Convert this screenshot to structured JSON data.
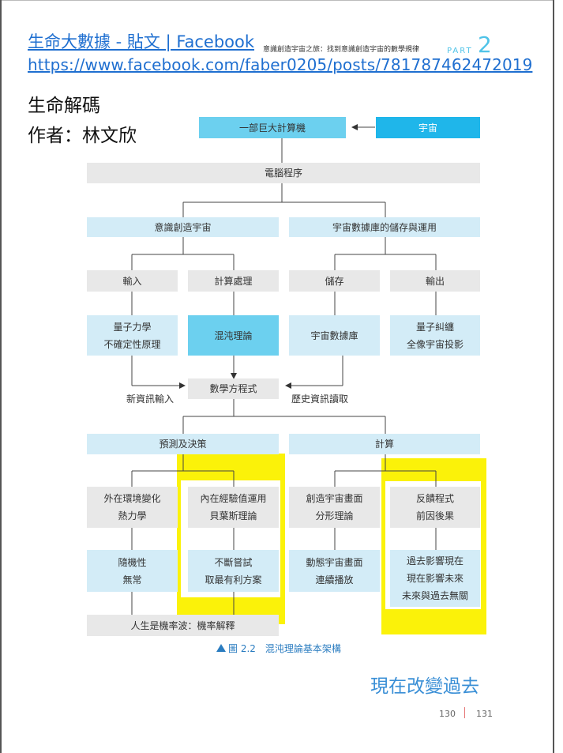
{
  "header_links": {
    "title_link": "生命大數據 - 貼文 | Facebook",
    "url_link": "https://www.facebook.com/faber0205/posts/781787462472019"
  },
  "left_text": {
    "book_title": "生命解碼",
    "author": "作者：林文欣"
  },
  "page_header": {
    "running_title": "意識創造宇宙之旅：找到意識創造宇宙的數學規律",
    "part_label": "PART",
    "part_number": "2"
  },
  "diagram": {
    "top": {
      "computer": "一部巨大計算機",
      "universe": "宇宙"
    },
    "program": "電腦程序",
    "level1": {
      "consciousness": "意識創造宇宙",
      "database_use": "宇宙數據庫的儲存與運用"
    },
    "level2": {
      "input": "輸入",
      "compute": "計算處理",
      "storage": "儲存",
      "output": "輸出"
    },
    "level3": {
      "quantum_mech_1": "量子力學",
      "quantum_mech_2": "不確定性原理",
      "chaos": "混沌理論",
      "universe_db": "宇宙數據庫",
      "entangle_1": "量子糾纏",
      "entangle_2": "全像宇宙投影"
    },
    "equation": "數學方程式",
    "new_info": "新資訊輸入",
    "history_read": "歷史資訊讀取",
    "level4": {
      "predict": "預測及決策",
      "calculate": "計算"
    },
    "level5": {
      "env_1": "外在環境變化",
      "env_2": "熱力學",
      "exp_1": "內在經驗值運用",
      "exp_2": "貝葉斯理論",
      "create_1": "創造宇宙畫面",
      "create_2": "分形理論",
      "feedback_1": "反饋程式",
      "feedback_2": "前因後果"
    },
    "level6": {
      "random_1": "隨機性",
      "random_2": "無常",
      "trial_1": "不斷嘗試",
      "trial_2": "取最有利方案",
      "dynamic_1": "動態宇宙畫面",
      "dynamic_2": "連續播放",
      "past_1": "過去影響現在",
      "past_2": "現在影響未來",
      "past_3": "未來與過去無關"
    },
    "bottom": "人生是機率波：機率解釋"
  },
  "caption": "圖 2.2　混沌理論基本架構",
  "blue_note": "現在改變過去",
  "page_numbers": {
    "left": "130",
    "right": "131"
  },
  "colors": {
    "highlight": "#fbf209",
    "link": "#1f6fd0",
    "accent_cyan": "#1fb6ea",
    "light_blue": "#d3ecf7",
    "gray_box": "#e8e8e8"
  }
}
